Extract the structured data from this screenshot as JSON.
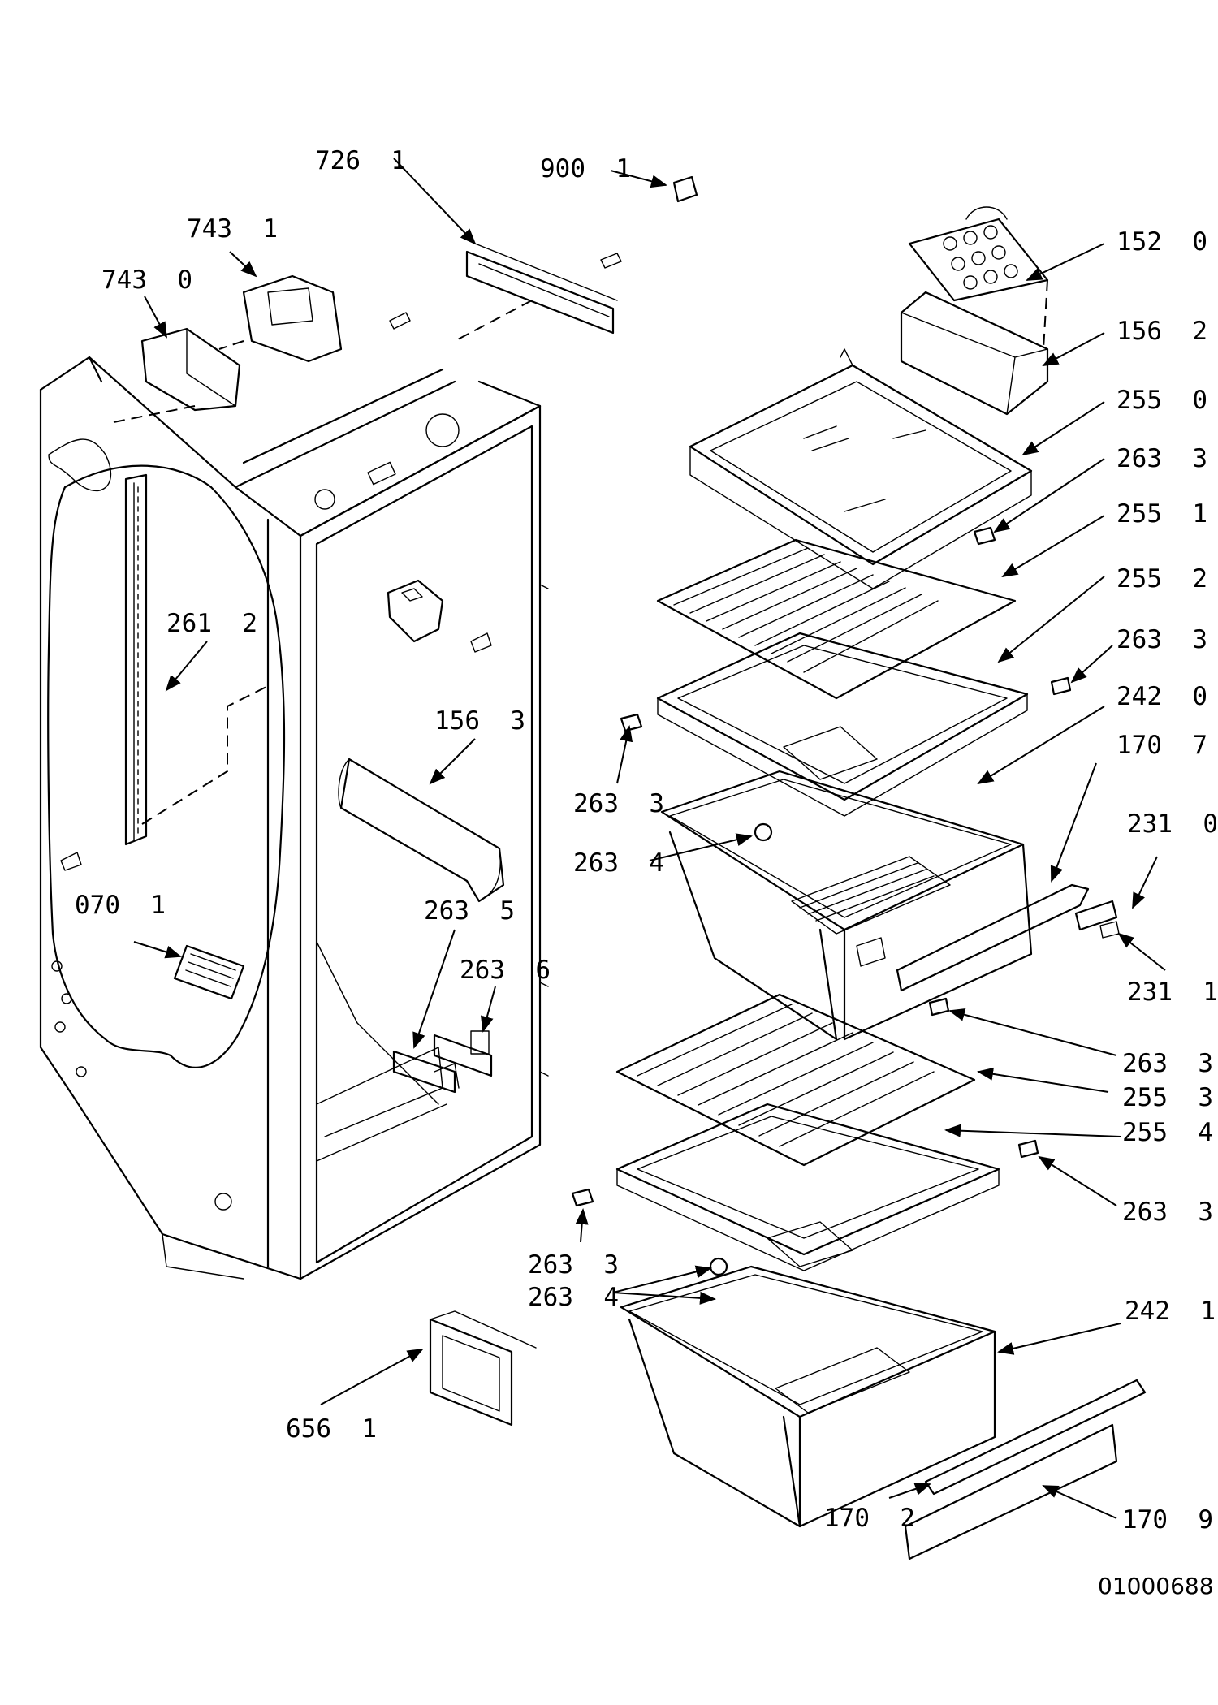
{
  "drawing_number": "01000688",
  "callouts": [
    {
      "id": "c7261",
      "text": "726  1"
    },
    {
      "id": "c9001",
      "text": "900  1"
    },
    {
      "id": "c7431",
      "text": "743  1"
    },
    {
      "id": "c7430",
      "text": "743  0"
    },
    {
      "id": "c1520",
      "text": "152  0"
    },
    {
      "id": "c1562",
      "text": "156  2"
    },
    {
      "id": "c2550",
      "text": "255  0"
    },
    {
      "id": "c2633a",
      "text": "263  3"
    },
    {
      "id": "c2551",
      "text": "255  1"
    },
    {
      "id": "c2552",
      "text": "255  2"
    },
    {
      "id": "c2633b",
      "text": "263  3"
    },
    {
      "id": "c2420",
      "text": "242  0"
    },
    {
      "id": "c1707",
      "text": "170  7"
    },
    {
      "id": "c2612",
      "text": "261  2"
    },
    {
      "id": "c1563",
      "text": "156  3"
    },
    {
      "id": "c2633c",
      "text": "263  3"
    },
    {
      "id": "c2634a",
      "text": "263  4"
    },
    {
      "id": "c2310",
      "text": "231  0"
    },
    {
      "id": "c0701",
      "text": "070  1"
    },
    {
      "id": "c2635",
      "text": "263  5"
    },
    {
      "id": "c2636",
      "text": "263  6"
    },
    {
      "id": "c2311",
      "text": "231  1"
    },
    {
      "id": "c2633d",
      "text": "263  3"
    },
    {
      "id": "c2553",
      "text": "255  3"
    },
    {
      "id": "c2554",
      "text": "255  4"
    },
    {
      "id": "c2633e",
      "text": "263  3"
    },
    {
      "id": "c2633f",
      "text": "263  3"
    },
    {
      "id": "c2634b",
      "text": "263  4"
    },
    {
      "id": "c2421",
      "text": "242  1"
    },
    {
      "id": "c6561",
      "text": "656  1"
    },
    {
      "id": "c1702",
      "text": "170  2"
    },
    {
      "id": "c1709",
      "text": "170  9"
    }
  ]
}
